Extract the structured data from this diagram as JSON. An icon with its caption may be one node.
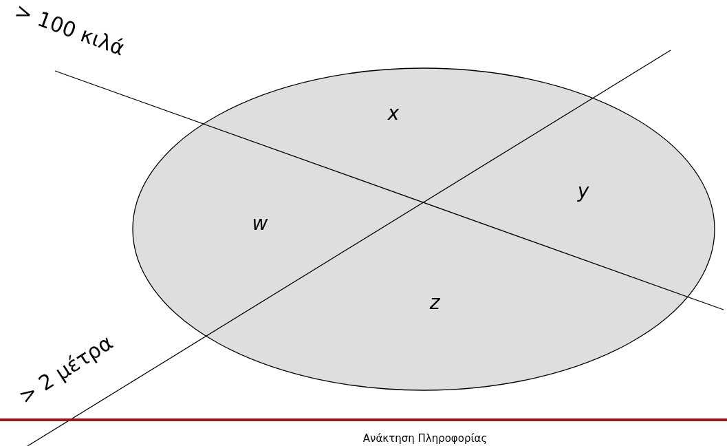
{
  "diagram": {
    "nodes": [
      {
        "text": [
          "x",
          "y",
          "w",
          "z"
        ]
      }
    ],
    "labels": [
      "> 100 κιλά",
      "> 2 μέτρα",
      "Ανάκτηση Πληροφορίας"
    ]
  }
}
